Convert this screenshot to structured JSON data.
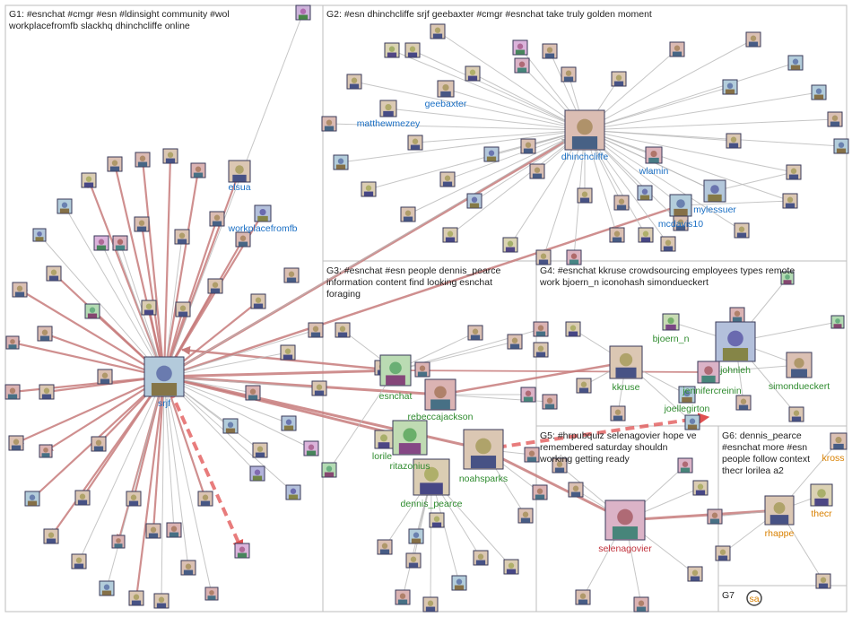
{
  "groups": [
    {
      "id": "g1",
      "lines": [
        "G1: #esnchat #cmgr #esn #ldinsight community #wol",
        "workplacefromfb slackhq dhinchcliffe online"
      ]
    },
    {
      "id": "g2",
      "lines": [
        "G2: #esn dhinchcliffe srjf geebaxter #cmgr #esnchat take truly golden moment"
      ]
    },
    {
      "id": "g3",
      "lines": [
        "G3: #esnchat #esn people dennis_pearce",
        "information content find looking esnchat",
        "foraging"
      ]
    },
    {
      "id": "g4",
      "lines": [
        "G4: #esnchat kkruse crowdsourcing employees types remote",
        "work bjoern_n iconohash simondueckert"
      ]
    },
    {
      "id": "g5",
      "lines": [
        "G5: #hrpubquiz selenagovier hope ve",
        "remembered saturday shouldn",
        "working getting ready"
      ]
    },
    {
      "id": "g6",
      "lines": [
        "G6: dennis_pearce",
        "#esnchat more #esn",
        "people follow context",
        "thecr lorilea a2"
      ]
    },
    {
      "id": "g7",
      "lines": [
        "G7"
      ]
    }
  ],
  "labeled_nodes": [
    {
      "id": "srjf",
      "label": "srjf"
    },
    {
      "id": "elsua",
      "label": "elsua"
    },
    {
      "id": "workplacefromfb",
      "label": "workplacefromfb"
    },
    {
      "id": "geebaxter",
      "label": "geebaxter"
    },
    {
      "id": "matthewmezey",
      "label": "matthewmezey"
    },
    {
      "id": "dhinchcliffe",
      "label": "dhinchcliffe"
    },
    {
      "id": "wlamin",
      "label": "wlamin"
    },
    {
      "id": "mylessuer",
      "label": "mylessuer"
    },
    {
      "id": "mcdavis10",
      "label": "mcdavis10"
    },
    {
      "id": "esnchat",
      "label": "esnchat"
    },
    {
      "id": "rebeccajackson",
      "label": "rebeccajackson"
    },
    {
      "id": "lorilea",
      "label": "lorile"
    },
    {
      "id": "ritazonius",
      "label": "ritazonius"
    },
    {
      "id": "noahsparks",
      "label": "noahsparks"
    },
    {
      "id": "dennis_pearce",
      "label": "dennis_pearce"
    },
    {
      "id": "bjoern_n",
      "label": "bjoern_n"
    },
    {
      "id": "johnleh",
      "label": "johnleh"
    },
    {
      "id": "kkruse",
      "label": "kkruse"
    },
    {
      "id": "jennifercreinin",
      "label": "jennifercreinin"
    },
    {
      "id": "joellegirton",
      "label": "joellegirton"
    },
    {
      "id": "simondueckert",
      "label": "simondueckert"
    },
    {
      "id": "selenagovier",
      "label": "selenagovier"
    },
    {
      "id": "rhappe",
      "label": "rhappe"
    },
    {
      "id": "thecr",
      "label": "thecr"
    },
    {
      "id": "kross",
      "label": "kross"
    },
    {
      "id": "sa",
      "label": "sa"
    }
  ],
  "colors": {
    "label_blue": "#1a6fc4",
    "label_green": "#2e8b2e",
    "label_red": "#c0303a",
    "label_orange": "#d98000",
    "edge_red": "#c77b7b",
    "edge_gray": "#b8b8b8",
    "edge_dashed": "#e05050",
    "group_border": "#bdbdbd"
  }
}
